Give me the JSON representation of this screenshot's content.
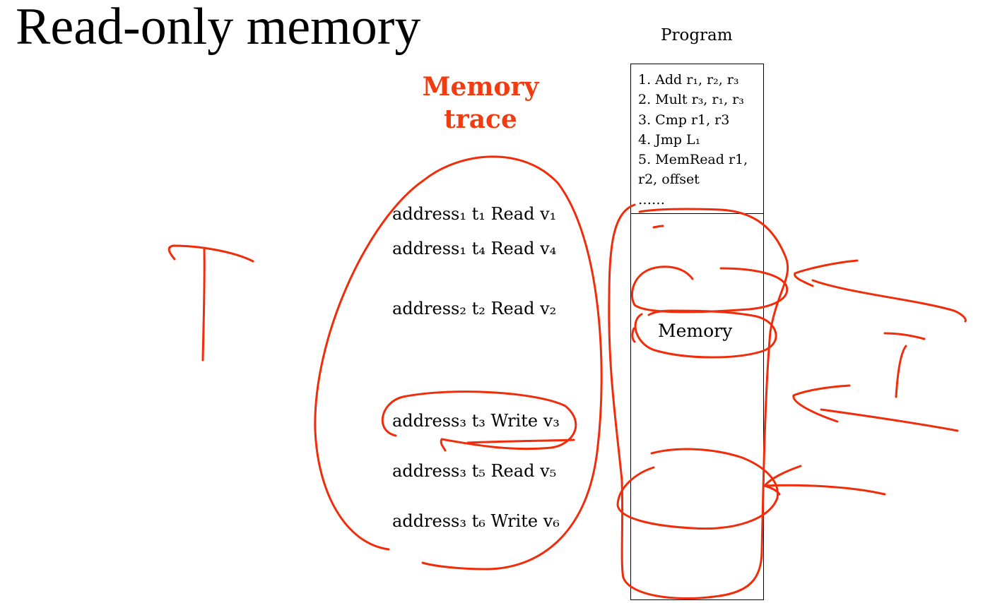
{
  "slide": {
    "title": "Read-only memory",
    "trace_heading_line1": "Memory",
    "trace_heading_line2": "trace",
    "program_label": "Program",
    "memory_label": "Memory"
  },
  "program_lines": [
    "1. Add r₁, r₂, r₃",
    "2. Mult r₃, r₁, r₃",
    "3. Cmp r1, r3",
    "4. Jmp L₁",
    "5. MemRead r1,",
    "r2, offset",
    "……"
  ],
  "trace_entries": [
    "address₁ t₁ Read v₁",
    "address₁ t₄ Read v₄",
    "address₂ t₂ Read v₂",
    "address₃ t₃ Write v₃",
    "address₃ t₅ Read v₅",
    "address₃ t₆ Write v₆"
  ],
  "colors": {
    "accent": "#f03c10",
    "ink": "#f02c0a",
    "text": "#000000",
    "background": "#ffffff"
  }
}
